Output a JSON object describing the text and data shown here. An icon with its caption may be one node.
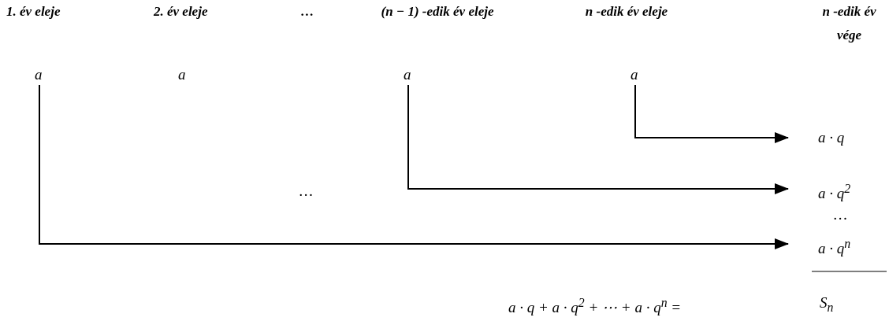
{
  "diagram": {
    "nodes": [
      {
        "text": [
          "a"
        ]
      },
      {
        "text": [
          "a"
        ]
      },
      {
        "text": [
          "a"
        ]
      },
      {
        "text": [
          "a · q"
        ]
      },
      {
        "text": [
          "a · q$^{2}$"
        ]
      },
      {
        "text": [
          "a · q$^{n}$"
        ]
      }
    ],
    "edges": [
      {
        "from": 2,
        "to": 3,
        "arrow": "to"
      },
      {
        "from": 1,
        "to": 4,
        "arrow": "to"
      },
      {
        "from": 0,
        "to": 5,
        "arrow": "to"
      }
    ],
    "labels": [
      "1. év eleje",
      "2. év eleje",
      "…",
      "(n − 1) -edik év eleje",
      "n -edik év eleje",
      "n -edik év vége",
      "a",
      "…",
      "…",
      "a · q + a · q$^{2}$ + ⋯ + a · q$^{n}$ =",
      "S$_{n}$"
    ]
  }
}
